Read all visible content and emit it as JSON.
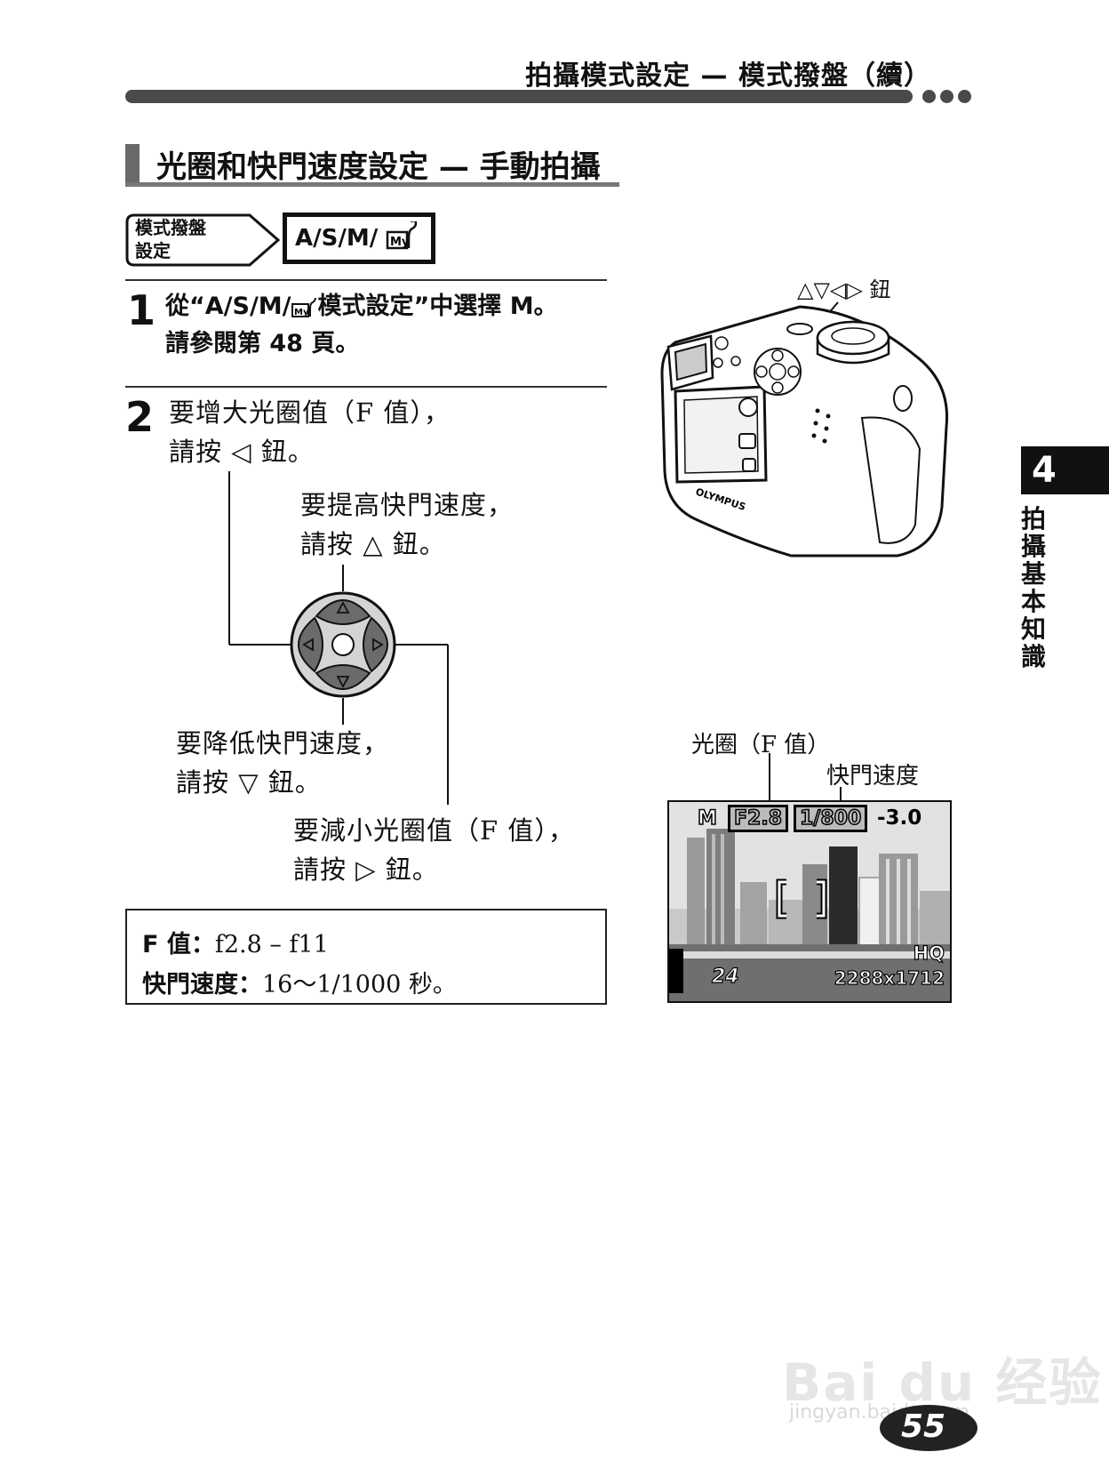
{
  "header": {
    "title": "拍攝模式設定 — 模式撥盤（續）"
  },
  "section": {
    "title": "光圈和快門速度設定 — 手動拍攝"
  },
  "mode_dial": {
    "label_line1": "模式撥盤",
    "label_line2": "設定",
    "value": "A/S/M/"
  },
  "steps": [
    {
      "number": "1",
      "line1": "從“A/S/M/",
      "line1_end": "模式設定”中選擇 M。",
      "line2": "請參閱第 48 頁。"
    },
    {
      "number": "2",
      "line1": "要增大光圈值（F 值），",
      "line2": "請按 ◁ 鈕。"
    }
  ],
  "callouts": {
    "up_line1": "要提高快門速度，",
    "up_line2": "請按 △ 鈕。",
    "down_line1": "要降低快門速度，",
    "down_line2": "請按 ▽ 鈕。",
    "right_line1": "要減小光圈值（F 值），",
    "right_line2": "請按 ▷ 鈕。"
  },
  "camera": {
    "arrow_button_label": "△▽◁▷ 鈕",
    "brand": "OLYMPUS"
  },
  "chapter": {
    "number": "4",
    "title": "拍攝基本知識"
  },
  "lcd": {
    "aperture_label": "光圈（F 值）",
    "shutter_label": "快門速度",
    "mode": "M",
    "aperture": "F2.8",
    "shutter": "1/800",
    "exposure": "-3.0",
    "quality": "HQ",
    "remaining": "24",
    "resolution": "2288x1712"
  },
  "info": {
    "f_label": "F 值：",
    "f_value": "f2.8 – f11",
    "shutter_label": "快門速度：",
    "shutter_value": "16～1/1000 秒。"
  },
  "page_number": "55",
  "watermark": {
    "brand": "Bai du 经验",
    "url": "jingyan.baidu.com"
  }
}
